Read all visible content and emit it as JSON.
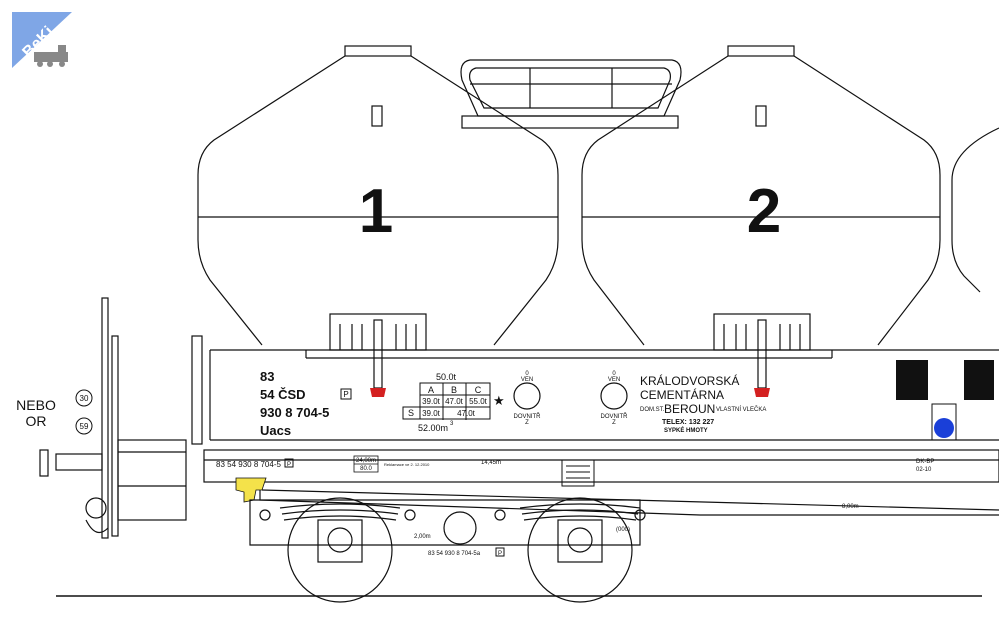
{
  "logo": {
    "text": "BeKi"
  },
  "alternative": {
    "line1": "NEBO",
    "line2": "OR",
    "badge1": "30",
    "badge2": "59"
  },
  "hoppers": [
    {
      "number": "1"
    },
    {
      "number": "2"
    }
  ],
  "wagon_id": {
    "line1": "83",
    "line2": "54 ČSD",
    "line2_badge": "P",
    "line3": "930 8 704-5",
    "line4": "Uacs"
  },
  "load_table": {
    "top": "50.0t",
    "headers": [
      "A",
      "B",
      "C"
    ],
    "row1": [
      "39.0t",
      "47.0t",
      "55.0t"
    ],
    "row2_label": "S",
    "row2": [
      "39.0t",
      "47.0t"
    ],
    "volume": "52.00m",
    "volume_sup": "3"
  },
  "valve1": {
    "top1": "0",
    "top2": "VEN",
    "bottom1": "DOVNITŘ",
    "bottom2": "Z"
  },
  "valve2": {
    "top1": "0",
    "top2": "VEN",
    "bottom1": "DOVNITŘ",
    "bottom2": "Z"
  },
  "owner": {
    "line1": "KRÁLODVORSKÁ",
    "line2": "CEMENTÁRNA",
    "domov_small": "DOM.ST.",
    "line3": "BEROUN",
    "line3_suffix": "VLASTNÍ VLEČKA",
    "telex": "TELEX: 132 227",
    "bottom": "SYPKÉ HMOTY"
  },
  "frame": {
    "number": "83 54 930 8 704-5",
    "number_badge": "P",
    "box1_top": "24,00m",
    "box1_bot": "80.0",
    "small_note": "Reklamace ve 2. 12.2010",
    "length_mark": "14,45m",
    "right_code1": "DK-BP",
    "right_code2": "02-10",
    "right_mark": "8,00m"
  },
  "bogie": {
    "mark": "2,00m",
    "number": "83 54 930 8 704-5a",
    "number_badge": "P",
    "small": "(000)"
  },
  "colors": {
    "line": "#111111",
    "red": "#d42020",
    "blue": "#1a3fd8",
    "yellow": "#f4e24a",
    "logo_blue": "#7fa6e6"
  }
}
